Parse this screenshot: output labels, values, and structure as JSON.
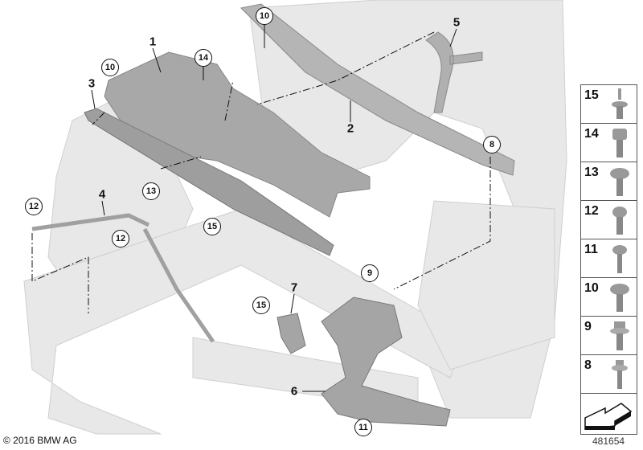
{
  "callouts": [
    {
      "label": "10",
      "style": "circle"
    },
    {
      "label": "5",
      "style": "plain"
    },
    {
      "label": "1",
      "style": "plain"
    },
    {
      "label": "10",
      "style": "circle"
    },
    {
      "label": "14",
      "style": "circle"
    },
    {
      "label": "3",
      "style": "plain"
    },
    {
      "label": "2",
      "style": "plain"
    },
    {
      "label": "8",
      "style": "circle"
    },
    {
      "label": "4",
      "style": "plain"
    },
    {
      "label": "13",
      "style": "circle"
    },
    {
      "label": "12",
      "style": "circle"
    },
    {
      "label": "15",
      "style": "circle"
    },
    {
      "label": "12",
      "style": "circle"
    },
    {
      "label": "9",
      "style": "circle"
    },
    {
      "label": "7",
      "style": "plain"
    },
    {
      "label": "15",
      "style": "circle"
    },
    {
      "label": "6",
      "style": "plain"
    },
    {
      "label": "11",
      "style": "circle"
    }
  ],
  "legend": {
    "items": [
      {
        "number": "15",
        "icon": "bolt-with-pin-icon"
      },
      {
        "number": "14",
        "icon": "hex-bolt-icon"
      },
      {
        "number": "13",
        "icon": "torx-washer-bolt-icon"
      },
      {
        "number": "12",
        "icon": "round-head-bolt-icon"
      },
      {
        "number": "11",
        "icon": "hex-flange-bolt-icon"
      },
      {
        "number": "10",
        "icon": "torx-washer-bolt-icon"
      },
      {
        "number": "9",
        "icon": "hex-washer-bolt-icon"
      },
      {
        "number": "8",
        "icon": "flange-bolt-icon"
      }
    ],
    "direction_icon": "forward-arrow-icon"
  },
  "copyright": "© 2016 BMW AG",
  "diagram_id": "481654",
  "colors": {
    "part": "#a9a9a9",
    "background_structure": "#e6e6e6",
    "line": "#111111"
  }
}
